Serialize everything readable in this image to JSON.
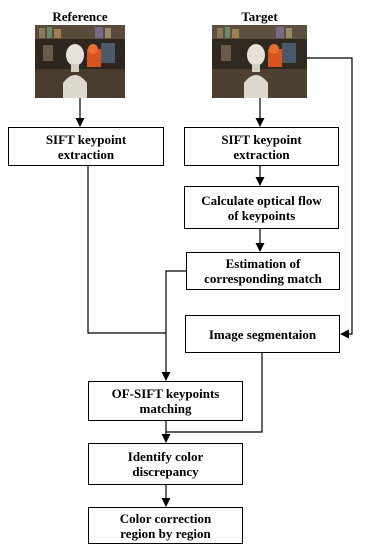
{
  "headers": {
    "reference": "Reference",
    "target": "Target"
  },
  "images": {
    "reference": {
      "name": "reference-photo"
    },
    "target": {
      "name": "target-photo"
    }
  },
  "boxes": {
    "sift_ref": "SIFT keypoint\nextraction",
    "sift_tgt": "SIFT keypoint\nextraction",
    "optical_flow": "Calculate optical flow\nof keypoints",
    "estimation": "Estimation of\ncorresponding match",
    "segmentation": "Image segmentaion",
    "of_sift": "OF-SIFT keypoints\nmatching",
    "identify": "Identify color\ndiscrepancy",
    "correction": "Color correction\nregion by region"
  },
  "colors": {
    "line": "#000000",
    "photo_dark": "#3a3128",
    "photo_orange": "#d9531e",
    "statue": "#e6e2da"
  }
}
